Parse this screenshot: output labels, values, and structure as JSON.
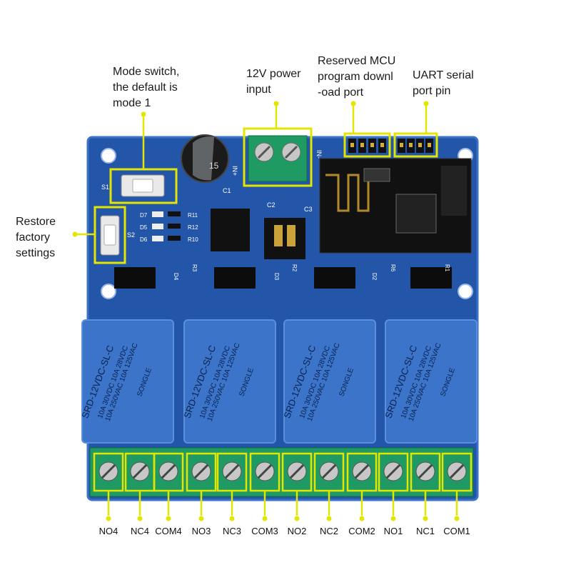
{
  "callouts": {
    "mode_switch": "Mode switch,\nthe default is\nmode 1",
    "power_input": "12V power\ninput",
    "mcu_port": "Reserved MCU\nprogram downl\n-oad port",
    "uart": "UART serial\nport pin",
    "restore": "Restore\nfactory\nsettings"
  },
  "terminals": [
    "NO4",
    "NC4",
    "COM4",
    "NO3",
    "NC3",
    "COM3",
    "NO2",
    "NC2",
    "COM2",
    "NO1",
    "NC1",
    "COM1"
  ],
  "relay": {
    "brand": "SONGLE",
    "model": "SRD-12VDC-SL-C",
    "rating_1": "10A 250VAC 10A 125VAC",
    "rating_2": "10A 30VDC 10A 28VDC"
  },
  "silkscreen": {
    "s1": "S1",
    "s2": "S2",
    "in_plus": "IN+",
    "in_minus": "IN-",
    "c1": "C1",
    "c2": "C2",
    "c3": "C3",
    "d_labels": [
      "D7",
      "D5",
      "D6"
    ],
    "r_labels": [
      "R11",
      "R12",
      "R10"
    ],
    "r3": "R3",
    "r2": "R2",
    "d4": "D4",
    "d3": "D3",
    "d2": "D2",
    "r6": "R6",
    "r1": "R1",
    "cap_value": "15"
  },
  "colors": {
    "board": "#2355a8",
    "board_edge": "#3a72c8",
    "relay": "#3b74c9",
    "terminal": "#1f9a62",
    "highlight": "#e3e600",
    "screw": "#c7c7c7"
  }
}
